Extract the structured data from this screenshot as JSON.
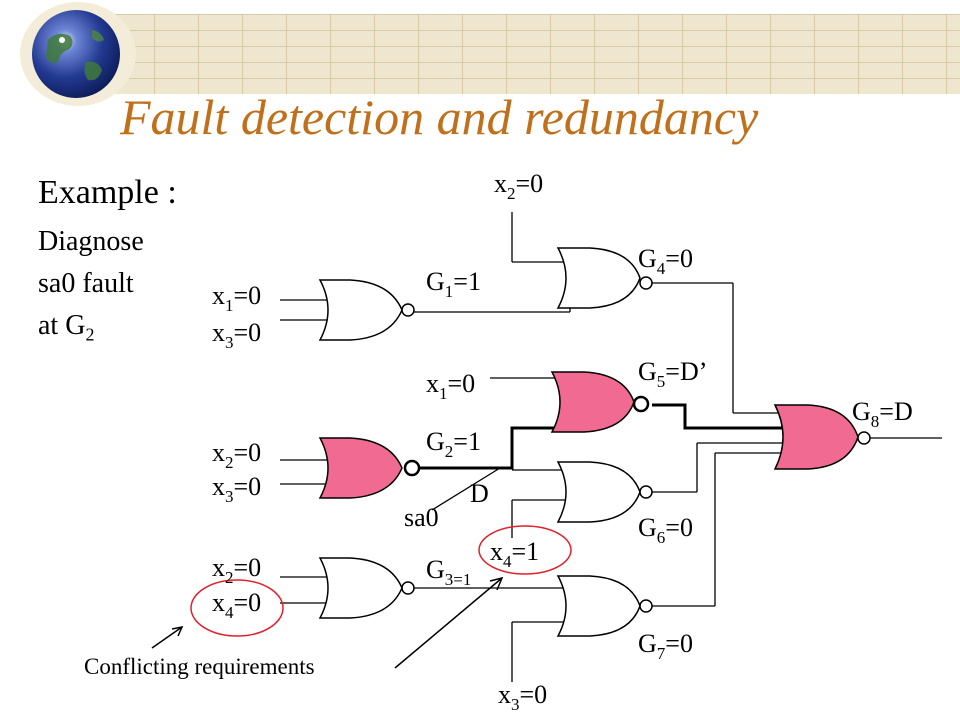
{
  "title": "Fault detection and redundancy",
  "example": {
    "heading": "Example :",
    "lines": [
      "Diagnose",
      "sa0 fault",
      "at G"
    ],
    "last_subscript": "2"
  },
  "colors": {
    "title": "#c0701a",
    "highlight_gate": "#f06a92",
    "highlight_circle": "#e0202a",
    "wire": "#000000"
  },
  "labels": {
    "x2_top": {
      "var": "x",
      "sub": "2",
      "rest": "=0"
    },
    "x1_g1": {
      "var": "x",
      "sub": "1",
      "rest": "=0"
    },
    "x3_g1": {
      "var": "x",
      "sub": "3",
      "rest": "=0"
    },
    "g1": {
      "var": "G",
      "sub": "1",
      "rest": "=1"
    },
    "g4": {
      "var": "G",
      "sub": "4",
      "rest": "=0"
    },
    "x1_g5": {
      "var": "x",
      "sub": "1",
      "rest": "=0"
    },
    "g5": {
      "var": "G",
      "sub": "5",
      "rest": "=D’"
    },
    "g8": {
      "var": "G",
      "sub": "8",
      "rest": "=D"
    },
    "x2_g2": {
      "var": "x",
      "sub": "2",
      "rest": "=0"
    },
    "x3_g2": {
      "var": "x",
      "sub": "3",
      "rest": "=0"
    },
    "g2": {
      "var": "G",
      "sub": "2",
      "rest": "=1"
    },
    "g6": {
      "var": "G",
      "sub": "6",
      "rest": "=0"
    },
    "x4_g6": {
      "var": "x",
      "sub": "4",
      "rest": "=1"
    },
    "x2_g3": {
      "var": "x",
      "sub": "2",
      "rest": "=0"
    },
    "x4_g3": {
      "var": "x",
      "sub": "4",
      "rest": "=0"
    },
    "g3": {
      "var": "G",
      "sub": "3=1",
      "rest": ""
    },
    "g7": {
      "var": "G",
      "sub": "7",
      "rest": "=0"
    },
    "x3_bottom": {
      "var": "x",
      "sub": "3",
      "rest": "=0"
    }
  },
  "fault": {
    "d_label": "D",
    "sa0_label": "sa0"
  },
  "annotation": "Conflicting requirements"
}
